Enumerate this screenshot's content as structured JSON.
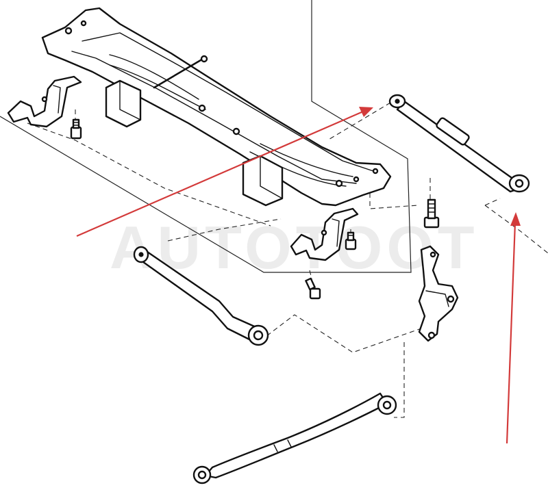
{
  "watermark": {
    "text": "AUTOTOOT"
  },
  "colors": {
    "arrow": "#d33a3a",
    "ink": "#111111",
    "background": "#ffffff"
  },
  "parts": [
    {
      "name": "rear-crossmember",
      "icon": "crossmember-icon"
    },
    {
      "name": "upper-control-arm",
      "icon": "arm-icon"
    },
    {
      "name": "trailing-arm",
      "icon": "arm-icon"
    },
    {
      "name": "lower-control-arm",
      "icon": "arm-icon"
    },
    {
      "name": "knuckle-bracket",
      "icon": "bracket-icon"
    },
    {
      "name": "mounting-bolts",
      "icon": "bolt-icon"
    }
  ]
}
